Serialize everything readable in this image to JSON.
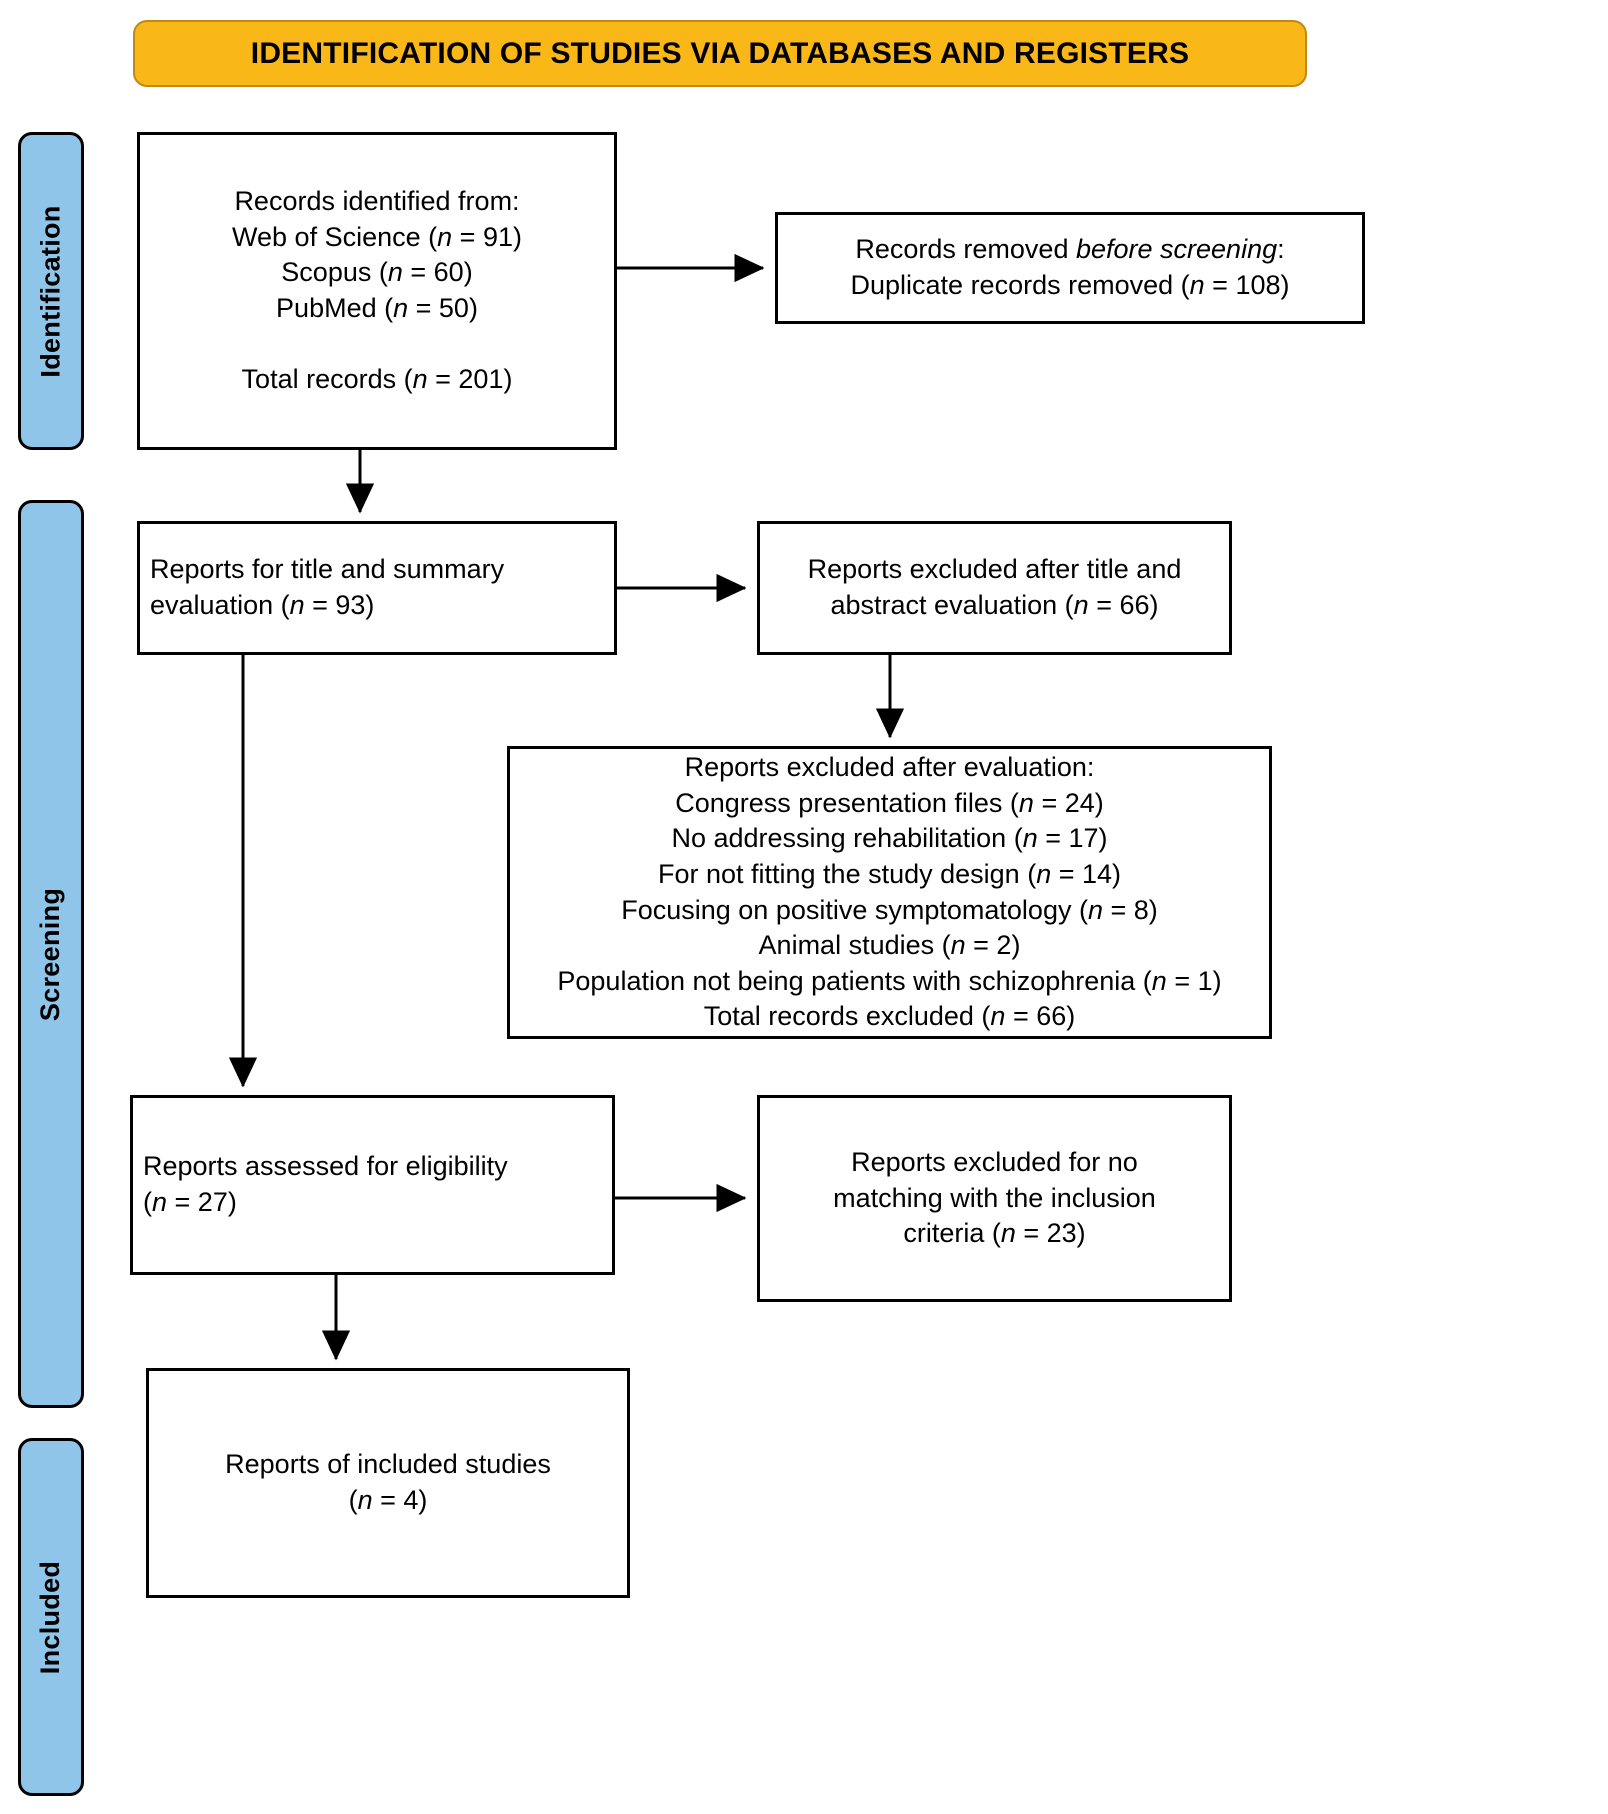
{
  "banner": {
    "title": "IDENTIFICATION OF STUDIES VIA DATABASES AND REGISTERS"
  },
  "stages": [
    {
      "id": "identification",
      "label": "Identification"
    },
    {
      "id": "screening",
      "label": "Screening"
    },
    {
      "id": "included",
      "label": "Included"
    }
  ],
  "boxes": {
    "identified": {
      "lines": [
        "Records identified from:",
        "Web of Science (n = 91)",
        "Scopus (n = 60)",
        "PubMed (n = 50)",
        "",
        "Total records (n = 201)"
      ]
    },
    "removed": {
      "line1_a": "Records removed ",
      "line1_b": "before screening",
      "line1_c": ":",
      "line2": "Duplicate records removed (n = 108)"
    },
    "title_eval": {
      "lines": [
        "Reports for title and summary",
        "evaluation (n = 93)"
      ]
    },
    "excluded_title": {
      "lines": [
        "Reports excluded after title and",
        "abstract evaluation (n = 66)"
      ]
    },
    "excluded_eval": {
      "lines": [
        "Reports excluded after evaluation:",
        "Congress presentation files (n = 24)",
        "No addressing rehabilitation (n = 17)",
        "For not fitting the study design (n = 14)",
        "Focusing on positive symptomatology (n = 8)",
        "Animal studies (n = 2)",
        "Population not being patients with schizophrenia (n = 1)",
        "Total records excluded (n = 66)"
      ]
    },
    "eligibility": {
      "lines": [
        "Reports assessed for eligibility",
        "(n = 27)"
      ]
    },
    "excluded_inclusion": {
      "lines": [
        "Reports excluded for no",
        "matching with the inclusion",
        "criteria (n = 23)"
      ]
    },
    "included": {
      "lines": [
        "Reports of included studies",
        "(n = 4)"
      ]
    }
  },
  "colors": {
    "banner_fill": "#F9B718",
    "banner_border": "#C08A12",
    "stage_fill": "#8EC5E8",
    "line": "#000000",
    "box_fill": "#FFFFFF"
  },
  "chart_data": {
    "type": "diagram",
    "title": "IDENTIFICATION OF STUDIES VIA DATABASES AND REGISTERS",
    "nodes": [
      {
        "id": "identified",
        "stage": "Identification",
        "label": "Records identified from",
        "sources": [
          {
            "name": "Web of Science",
            "n": 91
          },
          {
            "name": "Scopus",
            "n": 60
          },
          {
            "name": "PubMed",
            "n": 50
          }
        ],
        "total": 201
      },
      {
        "id": "removed",
        "stage": "Identification",
        "label": "Records removed before screening: Duplicate records removed",
        "n": 108
      },
      {
        "id": "title_eval",
        "stage": "Screening",
        "label": "Reports for title and summary evaluation",
        "n": 93
      },
      {
        "id": "excluded_title",
        "stage": "Screening",
        "label": "Reports excluded after title and abstract evaluation",
        "n": 66
      },
      {
        "id": "excluded_eval",
        "stage": "Screening",
        "label": "Reports excluded after evaluation",
        "reasons": [
          {
            "reason": "Congress presentation files",
            "n": 24
          },
          {
            "reason": "No addressing rehabilitation",
            "n": 17
          },
          {
            "reason": "For not fitting the study design",
            "n": 14
          },
          {
            "reason": "Focusing on positive symptomatology",
            "n": 8
          },
          {
            "reason": "Animal studies",
            "n": 2
          },
          {
            "reason": "Population not being patients with schizophrenia",
            "n": 1
          }
        ],
        "total": 66
      },
      {
        "id": "eligibility",
        "stage": "Screening",
        "label": "Reports assessed for eligibility",
        "n": 27
      },
      {
        "id": "excluded_inclusion",
        "stage": "Screening",
        "label": "Reports excluded for no matching with the inclusion criteria",
        "n": 23
      },
      {
        "id": "included",
        "stage": "Included",
        "label": "Reports of included studies",
        "n": 4
      }
    ],
    "edges": [
      {
        "from": "identified",
        "to": "removed"
      },
      {
        "from": "identified",
        "to": "title_eval"
      },
      {
        "from": "title_eval",
        "to": "excluded_title"
      },
      {
        "from": "excluded_title",
        "to": "excluded_eval"
      },
      {
        "from": "title_eval",
        "to": "eligibility"
      },
      {
        "from": "eligibility",
        "to": "excluded_inclusion"
      },
      {
        "from": "eligibility",
        "to": "included"
      }
    ]
  }
}
